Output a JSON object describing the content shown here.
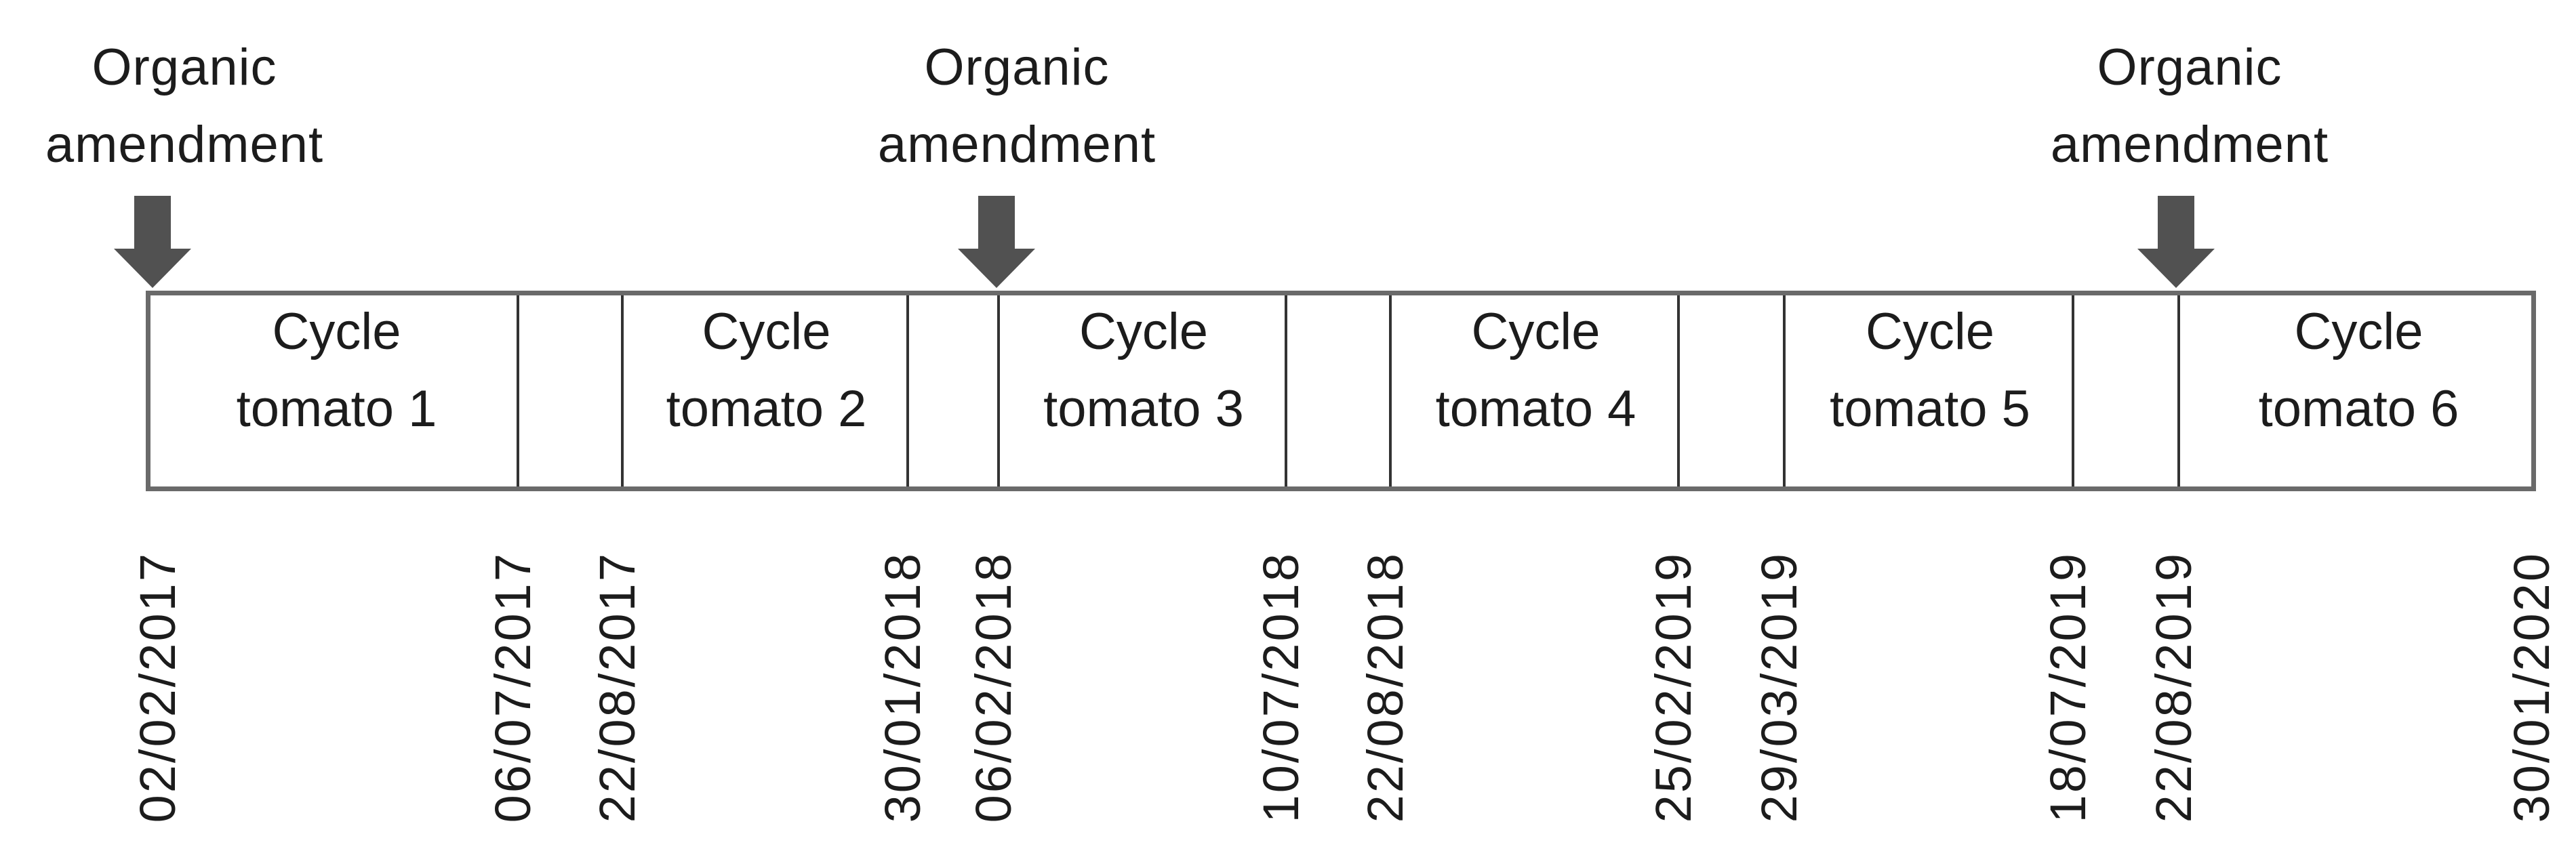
{
  "annotations": [
    {
      "line1": "Organic",
      "line2": "amendment",
      "points_to_date": "02/02/2017"
    },
    {
      "line1": "Organic",
      "line2": "amendment",
      "points_to_date": "06/02/2018"
    },
    {
      "line1": "Organic",
      "line2": "amendment",
      "points_to_date": "22/08/2019"
    }
  ],
  "cycles": [
    {
      "line1": "Cycle",
      "line2": "tomato 1"
    },
    {
      "line1": "Cycle",
      "line2": "tomato 2"
    },
    {
      "line1": "Cycle",
      "line2": "tomato 3"
    },
    {
      "line1": "Cycle",
      "line2": "tomato 4"
    },
    {
      "line1": "Cycle",
      "line2": "tomato 5"
    },
    {
      "line1": "Cycle",
      "line2": "tomato 6"
    }
  ],
  "dates": [
    "02/02/2017",
    "06/07/2017",
    "22/08/2017",
    "30/01/2018",
    "06/02/2018",
    "10/07/2018",
    "22/08/2018",
    "25/02/2019",
    "29/03/2019",
    "18/07/2019",
    "22/08/2019",
    "30/01/2020"
  ],
  "colors": {
    "background": "#ffffff",
    "text": "#1c1c1c",
    "arrow_fill": "#515151",
    "bar_border": "#6a6a6a",
    "divider": "#333333"
  }
}
